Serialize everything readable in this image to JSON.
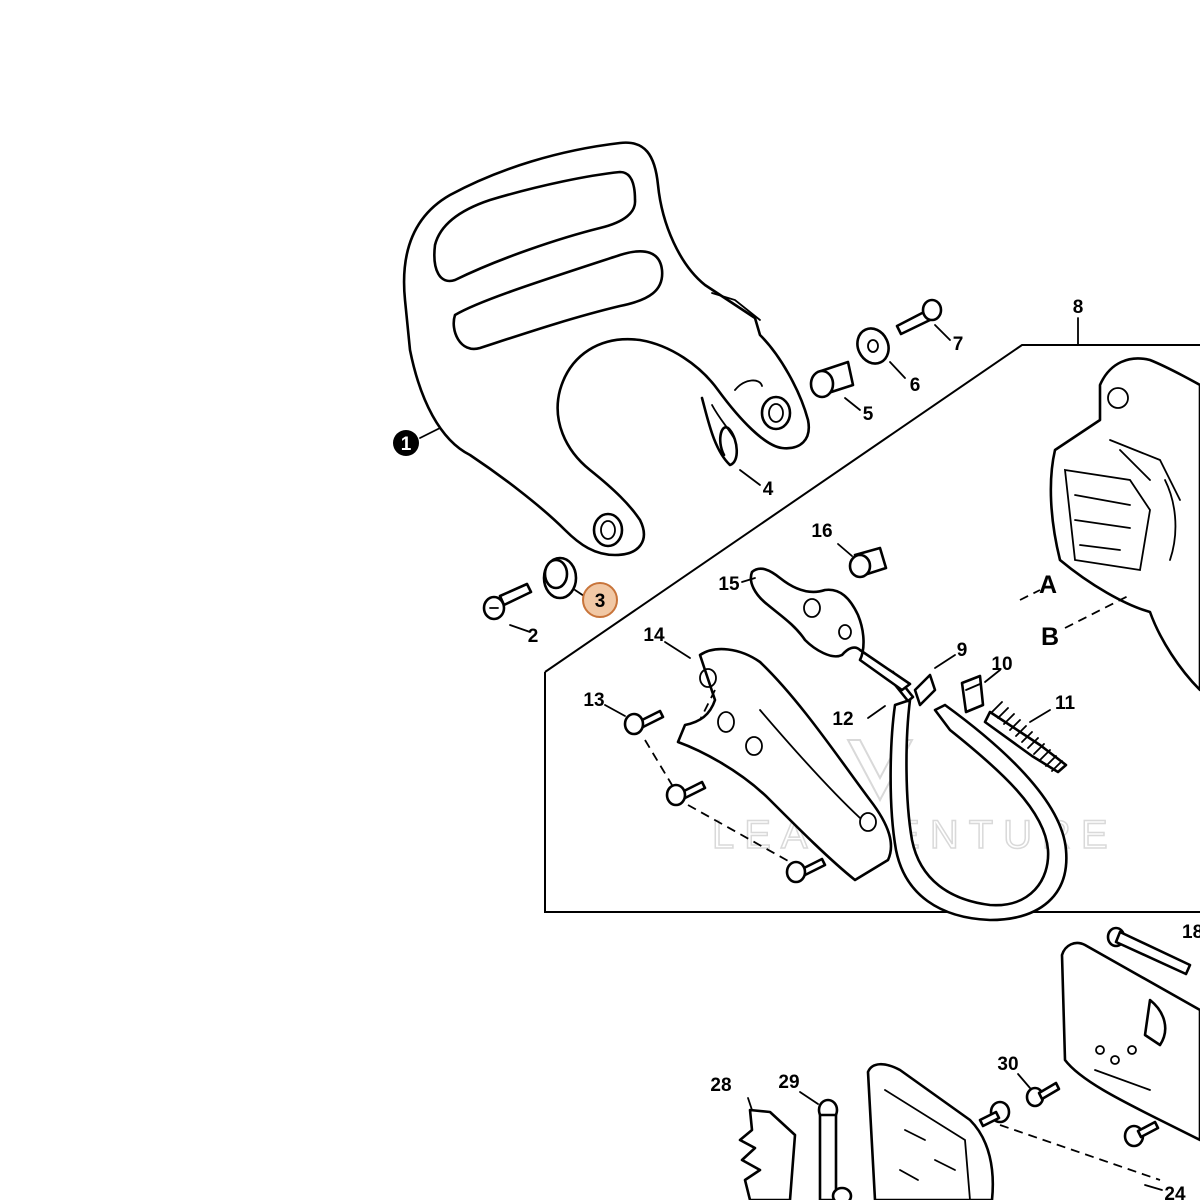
{
  "diagram": {
    "colors": {
      "line": "#000000",
      "paper": "#ffffff",
      "highlight_fill": "#f1c8a5",
      "highlight_stroke": "#c8743a",
      "watermark": "#d9d9d9"
    },
    "callouts": {
      "p1": "1",
      "p2": "2",
      "p3": "3",
      "p4": "4",
      "p5": "5",
      "p6": "6",
      "p7": "7",
      "p8": "8",
      "p9": "9",
      "p10": "10",
      "p11": "11",
      "p12": "12",
      "p13": "13",
      "p14": "14",
      "p15": "15",
      "p16": "16",
      "p18": "18",
      "p24": "24",
      "p28": "28",
      "p29": "29",
      "p30": "30"
    },
    "markers": {
      "a": "A",
      "b": "B"
    },
    "watermark": {
      "text": "LEADVENTURE"
    },
    "highlighted_callout": "3"
  }
}
